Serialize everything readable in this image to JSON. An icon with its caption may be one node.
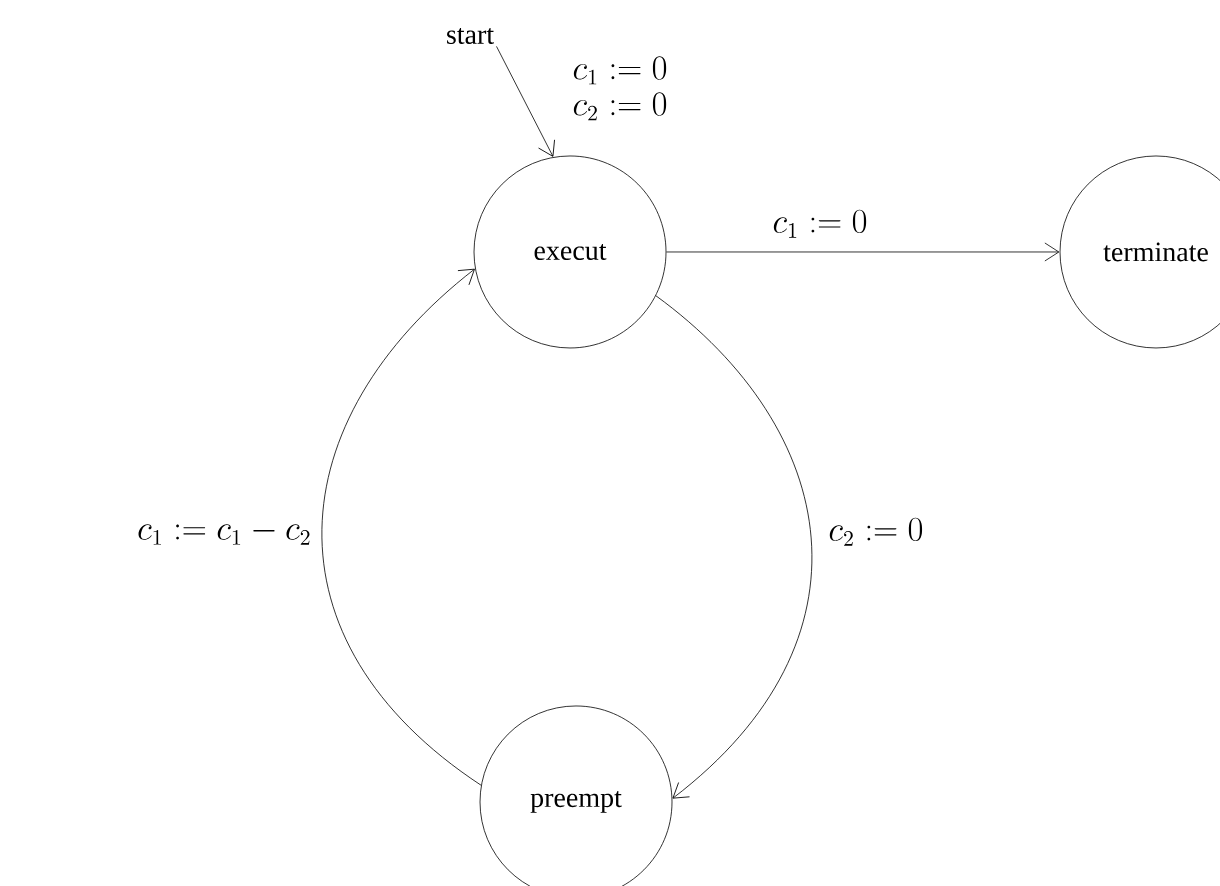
{
  "diagram": {
    "nodes": [
      {
        "text": [
          "start"
        ]
      },
      {
        "text": [
          "execut"
        ]
      },
      {
        "text": [
          "terminate"
        ]
      },
      {
        "text": [
          "preempt"
        ]
      }
    ],
    "edges": [
      {
        "from": 0,
        "to": 1,
        "arrow": "to",
        "label": "\\begin{array}{c} c_1 := 0 \\\\ c_2 := 0 \\end{array}"
      },
      {
        "from": 1,
        "to": 2,
        "arrow": "to",
        "label": "c_1 := 0"
      },
      {
        "from": 1,
        "to": 3,
        "arrow": "to",
        "label": "c_2 := 0"
      },
      {
        "from": 3,
        "to": 1,
        "arrow": "to",
        "label": "c_1 := c_1 - c_2"
      }
    ]
  }
}
